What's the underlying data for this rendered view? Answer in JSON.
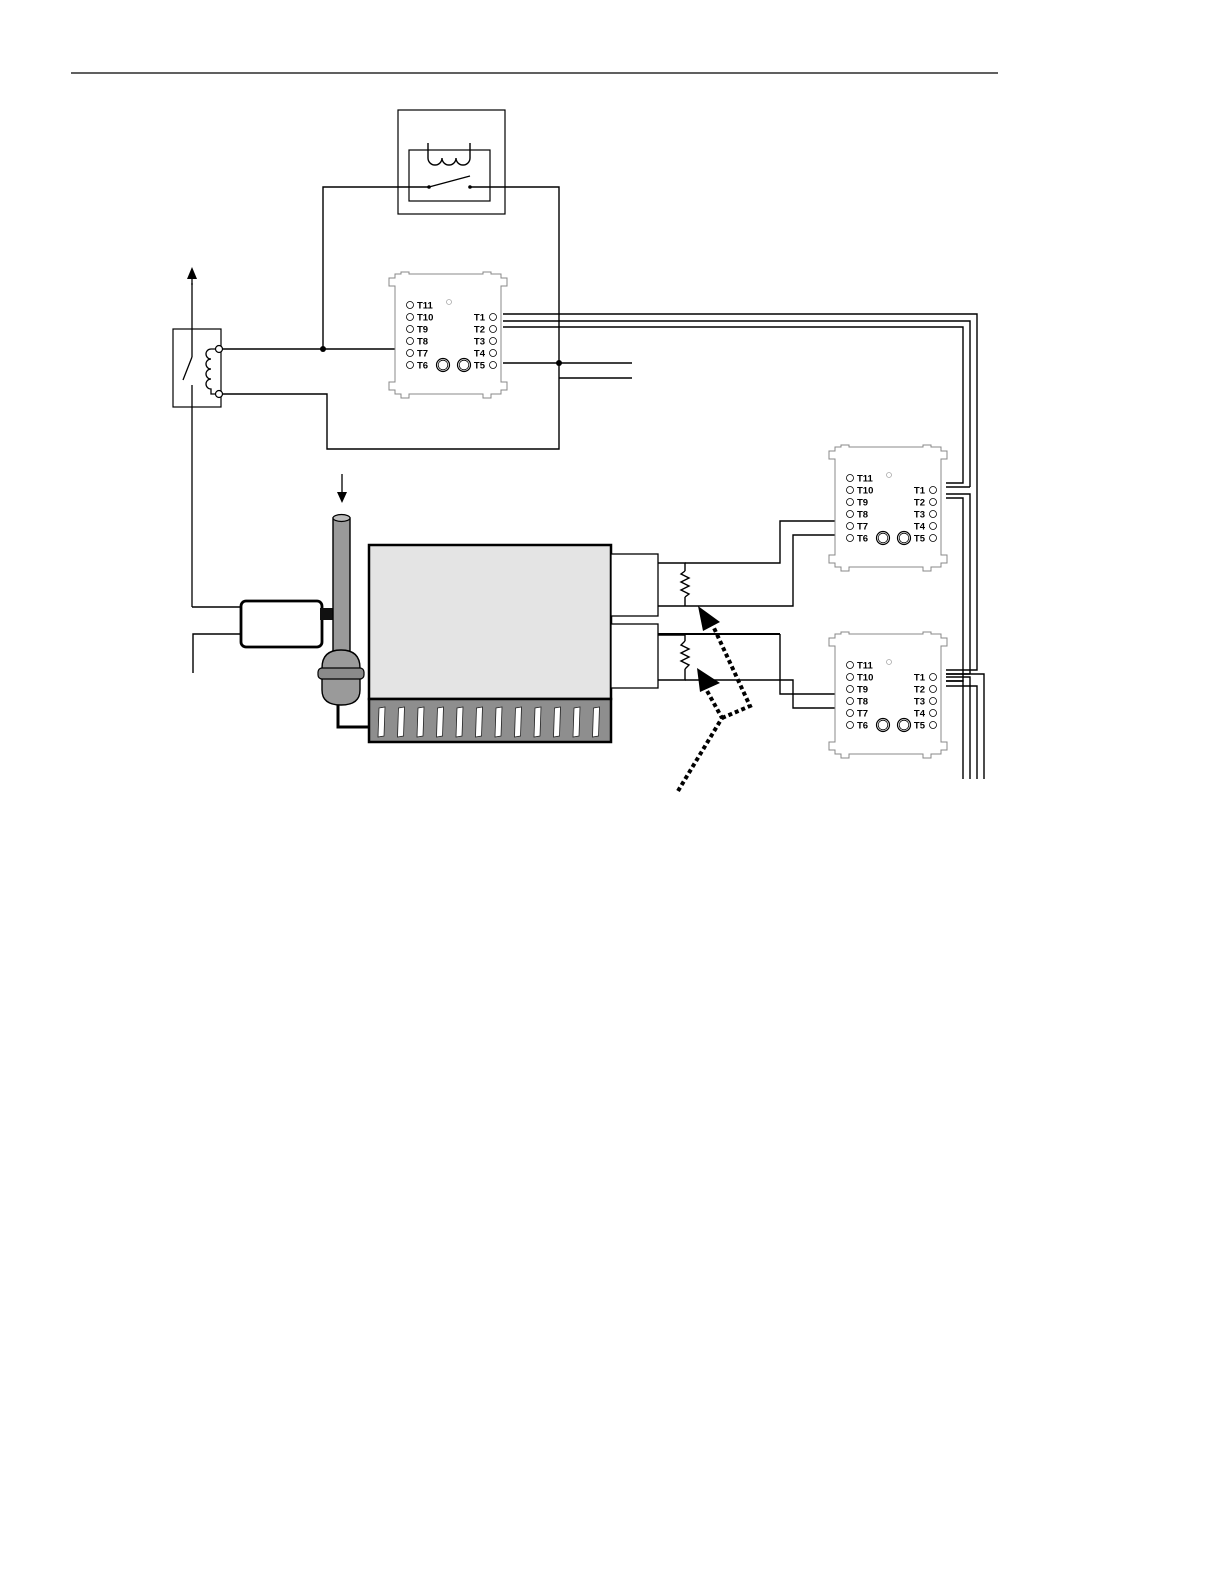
{
  "terminals": {
    "left": [
      "T11",
      "T10",
      "T9",
      "T8",
      "T7",
      "T6"
    ],
    "right": [
      "T1",
      "T2",
      "T3",
      "T4",
      "T5"
    ]
  },
  "modules": [
    {
      "id": "module-top"
    },
    {
      "id": "module-middle"
    },
    {
      "id": "module-bottom"
    }
  ]
}
